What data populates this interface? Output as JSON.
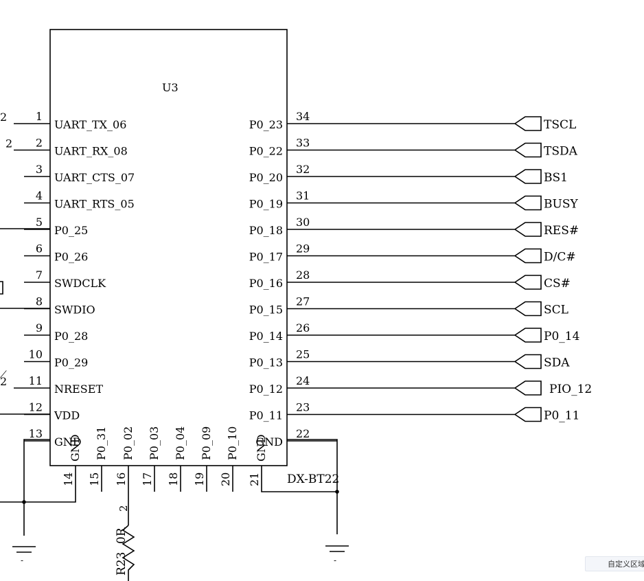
{
  "component": {
    "refdes": "U3",
    "part": "DX-BT22"
  },
  "left_pins": [
    {
      "num": "1",
      "name": "UART_TX_06",
      "edge": "2"
    },
    {
      "num": "2",
      "name": "UART_RX_08",
      "edge": "2"
    },
    {
      "num": "3",
      "name": "UART_CTS_07",
      "edge": ""
    },
    {
      "num": "4",
      "name": "UART_RTS_05",
      "edge": ""
    },
    {
      "num": "5",
      "name": "P0_25",
      "edge": ""
    },
    {
      "num": "6",
      "name": "P0_26",
      "edge": ""
    },
    {
      "num": "7",
      "name": "SWDCLK",
      "edge": ""
    },
    {
      "num": "8",
      "name": "SWDIO",
      "edge": ""
    },
    {
      "num": "9",
      "name": "P0_28",
      "edge": ""
    },
    {
      "num": "10",
      "name": "P0_29",
      "edge": ""
    },
    {
      "num": "11",
      "name": "NRESET",
      "edge": "2"
    },
    {
      "num": "12",
      "name": "VDD",
      "edge": ""
    },
    {
      "num": "13",
      "name": "GND",
      "edge": ""
    }
  ],
  "right_pins": [
    {
      "num": "34",
      "name": "P0_23",
      "net": "TSCL"
    },
    {
      "num": "33",
      "name": "P0_22",
      "net": "TSDA"
    },
    {
      "num": "32",
      "name": "P0_20",
      "net": "BS1"
    },
    {
      "num": "31",
      "name": "P0_19",
      "net": "BUSY"
    },
    {
      "num": "30",
      "name": "P0_18",
      "net": "RES#"
    },
    {
      "num": "29",
      "name": "P0_17",
      "net": "D/C#"
    },
    {
      "num": "28",
      "name": "P0_16",
      "net": "CS#"
    },
    {
      "num": "27",
      "name": "P0_15",
      "net": "SCL"
    },
    {
      "num": "26",
      "name": "P0_14",
      "net": "P0_14"
    },
    {
      "num": "25",
      "name": "P0_13",
      "net": "SDA"
    },
    {
      "num": "24",
      "name": "P0_12",
      "net": "PIO_12"
    },
    {
      "num": "23",
      "name": "P0_11",
      "net": "P0_11"
    },
    {
      "num": "22",
      "name": "GND",
      "net": ""
    }
  ],
  "bottom_pins": [
    {
      "num": "14",
      "name": "GND"
    },
    {
      "num": "15",
      "name": "P0_31"
    },
    {
      "num": "16",
      "name": "P0_02"
    },
    {
      "num": "17",
      "name": "P0_03"
    },
    {
      "num": "18",
      "name": "P0_04"
    },
    {
      "num": "19",
      "name": "P0_09"
    },
    {
      "num": "20",
      "name": "P0_10"
    },
    {
      "num": "21",
      "name": "GND"
    }
  ],
  "resistor": {
    "label": "R23",
    "value": "0R",
    "pin2": "2"
  },
  "ground_glyph": "⏚",
  "ground_mark": "-",
  "status_chip": "自定义区域"
}
